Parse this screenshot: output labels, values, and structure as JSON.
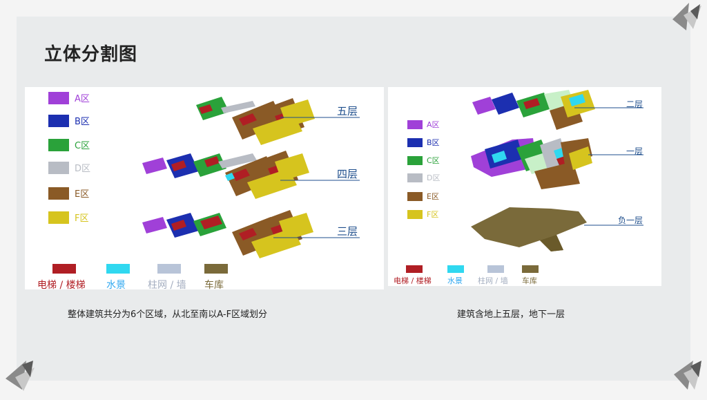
{
  "title": "立体分割图",
  "left_panel": {
    "zones": [
      {
        "label": "A区",
        "color": "#a040d8"
      },
      {
        "label": "B区",
        "color": "#1c2fb0"
      },
      {
        "label": "C区",
        "color": "#2aa23a"
      },
      {
        "label": "D区",
        "color": "#b8bcc4"
      },
      {
        "label": "E区",
        "color": "#8a5a26"
      },
      {
        "label": "F区",
        "color": "#d6c41e"
      }
    ],
    "floors": [
      "五层",
      "四层",
      "三层"
    ],
    "bottom_legend": [
      {
        "label": "电梯 / 楼梯",
        "color": "#b01e24"
      },
      {
        "label": "水景",
        "color": "#30d8f0"
      },
      {
        "label": "柱网 / 墙",
        "color": "#b8c4d8"
      },
      {
        "label": "车库",
        "color": "#7a6a3a"
      }
    ],
    "caption": "整体建筑共分为6个区域，从北至南以A-F区域划分"
  },
  "right_panel": {
    "zones": [
      {
        "label": "A区",
        "color": "#a040d8"
      },
      {
        "label": "B区",
        "color": "#1c2fb0"
      },
      {
        "label": "C区",
        "color": "#2aa23a"
      },
      {
        "label": "D区",
        "color": "#b8bcc4"
      },
      {
        "label": "E区",
        "color": "#8a5a26"
      },
      {
        "label": "F区",
        "color": "#d6c41e"
      }
    ],
    "floors": [
      "二层",
      "一层",
      "负一层"
    ],
    "bottom_legend": [
      {
        "label": "电梯 / 楼梯",
        "color": "#b01e24"
      },
      {
        "label": "水景",
        "color": "#30d8f0"
      },
      {
        "label": "柱网 / 墙",
        "color": "#b8c4d8"
      },
      {
        "label": "车库",
        "color": "#7a6a3a"
      }
    ],
    "caption": "建筑含地上五层，地下一层"
  }
}
